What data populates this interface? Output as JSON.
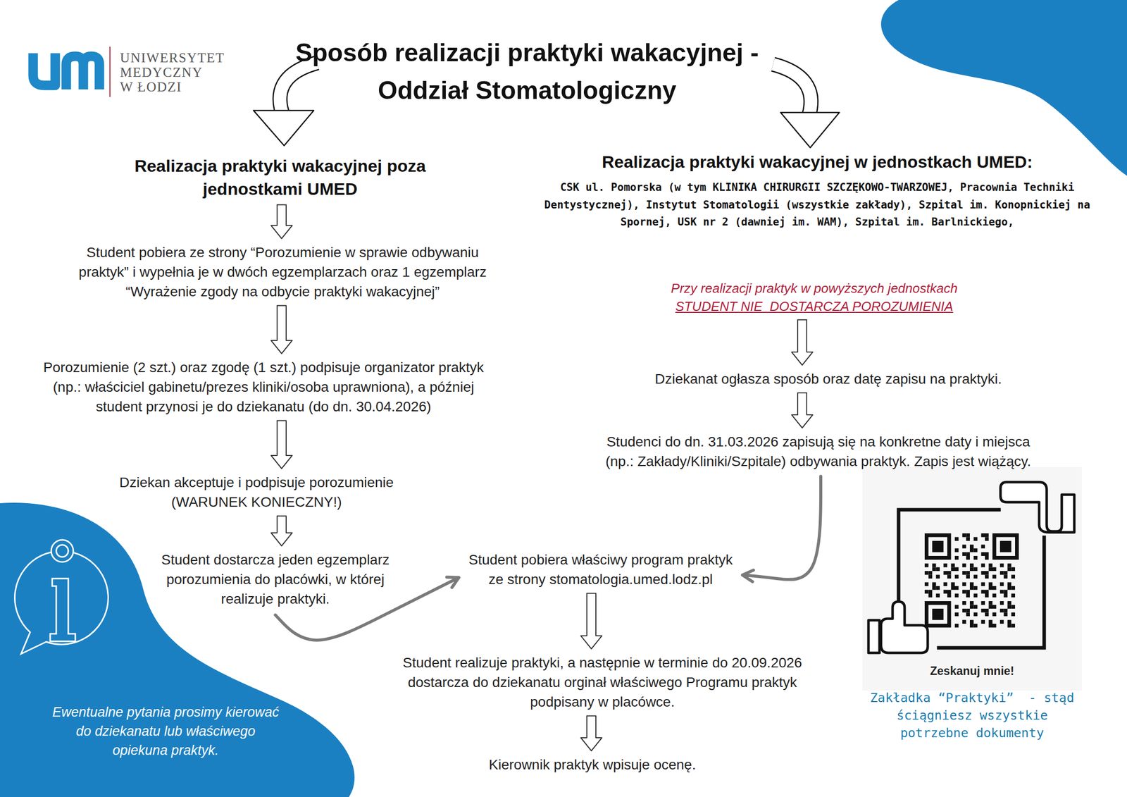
{
  "diagram": {
    "title": "Sposób realizacji praktyki wakacyjnej - Oddział Stomatologiczny",
    "nodes": [
      {
        "text": [
          "Realizacja praktyki wakacyjnej poza jednostkami UMED"
        ]
      },
      {
        "text": [
          "Student pobiera ze strony “Porozumienie w sprawie odbywaniu praktyk” i wypełnia je w dwóch egzemplarzach oraz 1 egzemplarz “Wyrażenie zgody na odbycie praktyki wakacyjnej”"
        ]
      },
      {
        "text": [
          "Porozumienie (2 szt.) oraz zgodę (1 szt.) podpisuje organizator praktyk (np.: właściciel gabinetu/prezes kliniki/osoba uprawniona), a później student przynosi je do dziekanatu (do dn. 30.04.2026)"
        ]
      },
      {
        "text": [
          "Dziekan akceptuje i podpisuje porozumienie (WARUNEK KONIECZNY!)"
        ]
      },
      {
        "text": [
          "Student dostarcza jeden egzemplarz porozumienia do placówki, w której realizuje praktyki."
        ]
      },
      {
        "text": [
          "Realizacja praktyki wakacyjnej w jednostkach UMED:",
          "CSK ul. Pomorska (w tym KLINIKA CHIRURGII SZCZĘKOWO-TWARZOWEJ, Pracownia Techniki Dentystycznej), Instytut Stomatologii (wszystkie zakłady), Szpital im. Konopnickiej na Spornej, USK nr 2 (dawniej im. WAM), Szpital im. Barlnickiego,"
        ]
      },
      {
        "text": [
          "Przy realizacji praktyk w powyższych jednostkach",
          "STUDENT NIE  DOSTARCZA POROZUMIENIA"
        ]
      },
      {
        "text": [
          "Dziekanat ogłasza sposób oraz datę zapisu na praktyki."
        ]
      },
      {
        "text": [
          "Studenci do dn. 31.03.2026 zapisują się na konkretne daty i miejsca (np.: Zakłady/Kliniki/Szpitale) odbywania praktyk. Zapis jest wiążący."
        ]
      },
      {
        "text": [
          "Student pobiera właściwy program praktyk ze strony stomatologia.umed.lodz.pl"
        ]
      },
      {
        "text": [
          "Student realizuje praktyki, a następnie w terminie do 20.09.2026 dostarcza do dziekanatu orginał właściwego Programu praktyk podpisany w placówce."
        ]
      },
      {
        "text": [
          "Kierownik praktyk wpisuje ocenę."
        ]
      },
      {
        "text": [
          "Ewentualne pytania prosimy kierować do dziekanatu lub właściwego opiekuna praktyk."
        ]
      },
      {
        "text": [
          "Zeskanuj mnie!",
          "Zakładka “Praktyki”  - stąd ściągniesz wszystkie potrzebne dokumenty"
        ]
      }
    ],
    "edges": [
      {
        "from": 0,
        "to": 1,
        "arrow": "to"
      },
      {
        "from": 1,
        "to": 2,
        "arrow": "to"
      },
      {
        "from": 2,
        "to": 3,
        "arrow": "to"
      },
      {
        "from": 3,
        "to": 4,
        "arrow": "to"
      },
      {
        "from": 4,
        "to": 9,
        "arrow": "to"
      },
      {
        "from": 6,
        "to": 7,
        "arrow": "to"
      },
      {
        "from": 7,
        "to": 8,
        "arrow": "to"
      },
      {
        "from": 8,
        "to": 9,
        "arrow": "to"
      },
      {
        "from": 9,
        "to": 10,
        "arrow": "to"
      },
      {
        "from": 10,
        "to": 11,
        "arrow": "to"
      }
    ],
    "labels": [
      "UNIWERSYTET",
      "MEDYCZNY",
      "W ŁODZI"
    ]
  }
}
